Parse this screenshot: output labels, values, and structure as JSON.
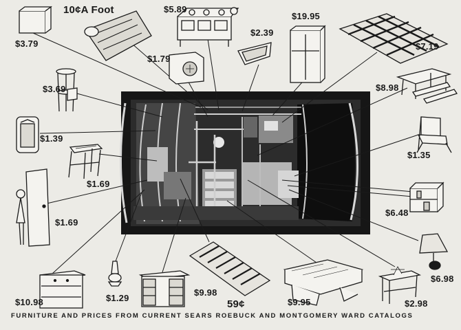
{
  "caption": "FURNITURE AND PRICES FROM CURRENT SEARS ROEBUCK AND MONTGOMERY WARD CATALOGS",
  "prices": {
    "stool": "$3.79",
    "rug_roll": "10¢A Foot",
    "stove": "$5.89",
    "dish_pan": "$2.39",
    "cabinet": "$19.95",
    "plaid_blanket": "$7.19",
    "radio": "$1.79",
    "plant_stand": "$3.69",
    "picnic_table": "$8.98",
    "medicine_cabinet": "$1.39",
    "folding_chair": "$1.35",
    "side_stool": "$1.69",
    "shelf": "$6.48",
    "door": "$1.69",
    "lamp": "$6.98",
    "dresser": "$10.98",
    "oil_lamp": "$1.29",
    "desk": "$9.98",
    "runner_rug": "59¢",
    "bed": "$9.95",
    "side_table": "$2.98"
  }
}
